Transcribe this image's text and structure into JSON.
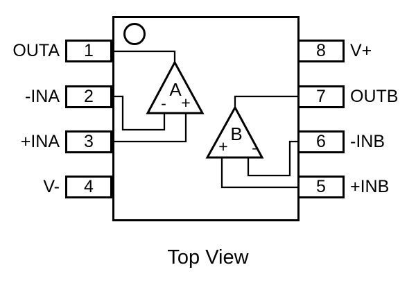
{
  "title": "Top View",
  "colors": {
    "ink": "#000000",
    "background": "#ffffff"
  },
  "icons": {
    "pin1_indicator": "circle"
  },
  "pins": {
    "left": [
      {
        "number": "1",
        "label": "OUTA"
      },
      {
        "number": "2",
        "label": "-INA"
      },
      {
        "number": "3",
        "label": "+INA"
      },
      {
        "number": "4",
        "label": "V-"
      }
    ],
    "right": [
      {
        "number": "8",
        "label": "V+"
      },
      {
        "number": "7",
        "label": "OUTB"
      },
      {
        "number": "6",
        "label": "-INB"
      },
      {
        "number": "5",
        "label": "+INB"
      }
    ]
  },
  "opamps": [
    {
      "name": "A",
      "left_input_sign": "-",
      "right_input_sign": "+"
    },
    {
      "name": "B",
      "left_input_sign": "+",
      "right_input_sign": "-"
    }
  ]
}
